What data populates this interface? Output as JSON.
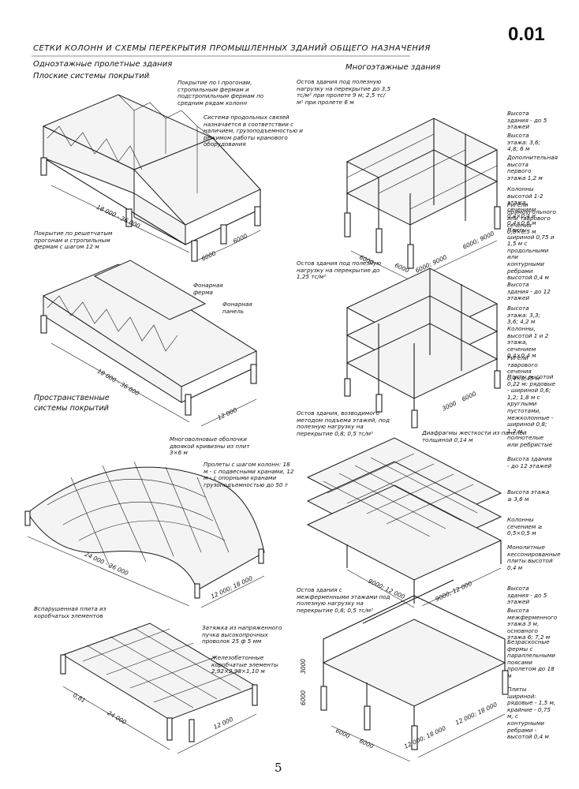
{
  "page": {
    "code": "0.01",
    "title": "СЕТКИ КОЛОНН И СХЕМЫ ПЕРЕКРЫТИЯ ПРОМЫШЛЕННЫХ ЗДАНИЙ ОБЩЕГО НАЗНАЧЕНИЯ",
    "page_number": "5"
  },
  "headings": {
    "left_1": "Одноэтажные пролетные здания",
    "left_2": "Плоские системы покрытий",
    "right": "Многоэтажные здания",
    "spatial": "Пространственные системы покрытий"
  },
  "notes": {
    "n1": "Покрытие по I прогонам, стропильным фермам и подстропильным фермам по средним рядам колонн",
    "n2": "Система продольных связей назначается в соответствии с наличием, грузоподъемностью и режимом работы кранового оборудования",
    "n3": "Покрытие по решетчатым прогонам и стропильным фермам с шагом 12 м",
    "n4": "Фонарная ферма",
    "n5": "Фонарная панель",
    "n6": "Многоволновые оболочки двоякой кривизны из плит 3×6 м",
    "n7": "Пролеты с шагом колонн: 18 м - с подвесными кранами, 12 м - с опорными кранами грузоподъемностью до 50 т",
    "n8": "Вспарушенная плита из коробчатых элементов",
    "n9": "Затяжка из напряженного пучка высокопрочных проволок 25 ф 5 мм",
    "n10": "Железобетонные коробчатые элементы 2,92×2,98×1,10 м",
    "r1": "Остов здания под полезную нагрузку на перекрытие до 3,5 тс/м² при пролете 9 м; 2,5 тс/м² при пролете 6 м",
    "r2": "Высота здания - до 5 этажей",
    "r3": "Высота этажа: 3,6; 4,8; 6 м",
    "r4": "Дополнительная высота первого этажа 1,2 м",
    "r5": "Колонны высотой 1-2 этажа, сечением 0,4×0,4 и 0,4×0,6 м",
    "r6": "Ригели прямоугольного или таврового сечения 0,8×0,5 м",
    "r7": "Плиты шириной 0,75 и 1,5 м с продольными или контурными ребрами высотой 0,4 м",
    "r8": "Остов здания под полезную нагрузку на перекрытие до 1,25 тс/м²",
    "r9": "Высота здания - до 12 этажей",
    "r10": "Высота этажа: 3,3; 3,6; 4,2 м",
    "r11": "Колонны, высотой 1 и 2 этажа, сечением 0,4×0,4 м",
    "r12": "Ригели таврового сечения 0,4×0,45 м",
    "r13": "Плиты высотой 0,22 м: рядовые - шириной 0,6; 1,2; 1,8 м с круглыми пустотами, межколонные - шириной 0,8; 1,2 м, полнотелые или ребристые",
    "r14": "Остов здания, возводимого методом подъема этажей, под полезную нагрузку на перекрытие 0,8; 0,5 тс/м²",
    "r15": "Диафрагмы жесткости из панелей толщиной 0,14 м",
    "r16": "Высота здания - до 12 этажей",
    "r17": "Высота этажа ≥ 3,6 м",
    "r18": "Колонны сечением ≥ 0,5×0,5 м",
    "r19": "Монолитные кессонированные плиты высотой 0,4 м",
    "r20": "Остов здания с межферменными этажами под полезную нагрузку на перекрытие 0,8; 0,5 тс/м²",
    "r21": "Высота здания - до 5 этажей",
    "r22": "Высота межферменного этажа 3 м, основного этажа 6; 7,2 м",
    "r23": "Безраскосные фермы с параллельными поясами пролетом до 18 м",
    "r24": "Плиты шириной: рядовые - 1,5 м, крайние - 0,75 м, с контурными ребрами - высотой 0,4 м"
  },
  "dims": {
    "d1": "18 000 - 36 000",
    "d2": "6000",
    "d3": "6000",
    "d4": "18 000 - 36 000",
    "d5": "12 000",
    "d6": "24 000 - 36 000",
    "d7": "12 000; 18 000",
    "d8": "24 000",
    "d9": "12 000",
    "d10": "6000",
    "d11": "6000; 9000",
    "d12": "6000; 9000",
    "d13": "6000",
    "d14": "3000",
    "d15": "6000",
    "d16": "9000; 12 000",
    "d17": "9000; 12 000",
    "d18": "3000",
    "d19": "6000",
    "d20": "6000",
    "d21": "6000",
    "d22": "12 000; 18 000",
    "d23": "12 000; 18 000",
    "d24": "0,81"
  }
}
